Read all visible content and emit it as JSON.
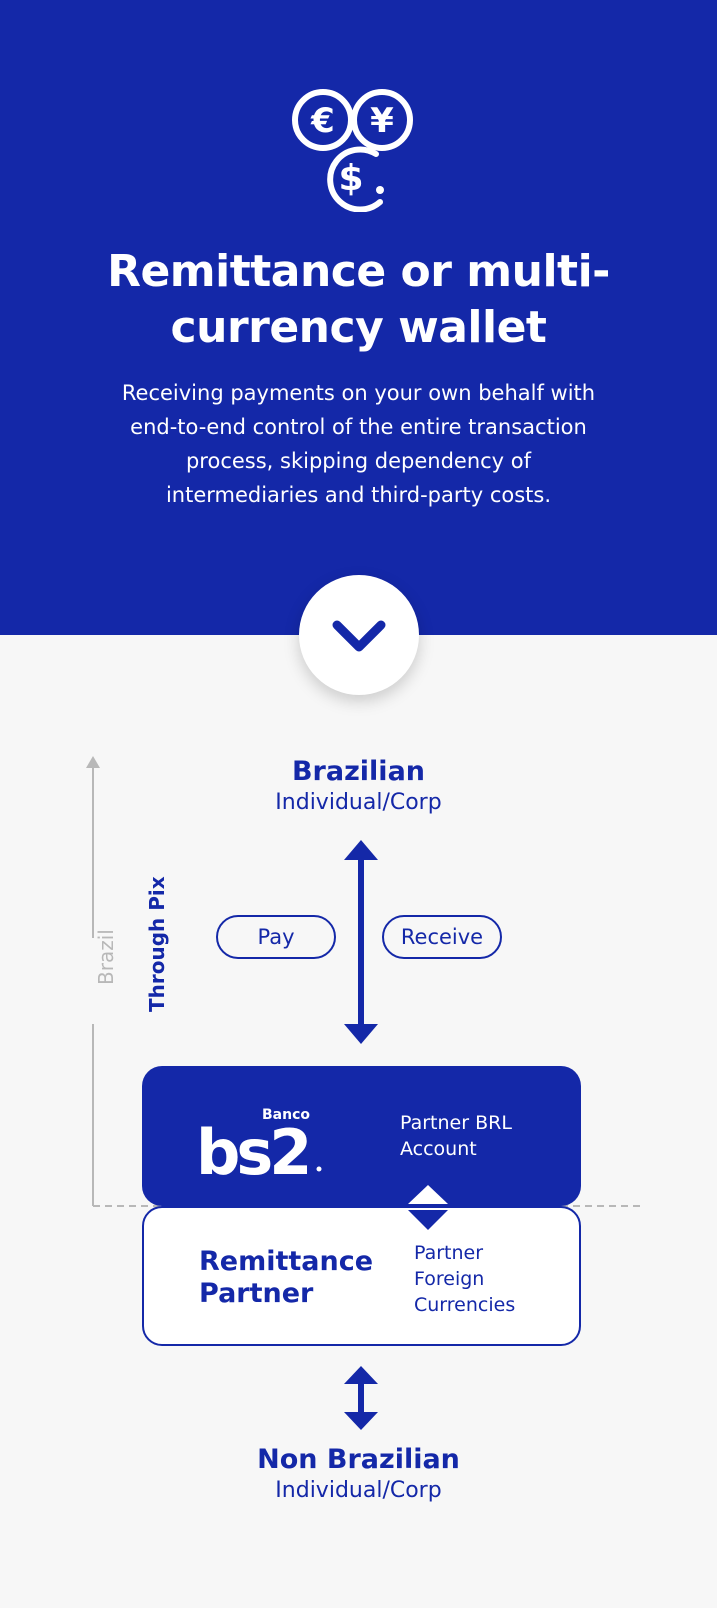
{
  "header": {
    "icon": "currency-exchange-icon",
    "title_line1": "Remittance or multi-",
    "title_line2": "currency wallet",
    "subtitle_line1": "Receiving payments on your own behalf with",
    "subtitle_line2": "end-to-end control of the entire transaction",
    "subtitle_line3": "process, skipping dependency of",
    "subtitle_line4": "intermediaries and third-party costs.",
    "scroll_icon": "chevron-down-icon"
  },
  "diagram": {
    "brazil_label": "Brazil",
    "pix_label": "Through Pix",
    "top_party": {
      "title": "Brazilian",
      "subtitle": "Individual/Corp"
    },
    "pay_label": "Pay",
    "receive_label": "Receive",
    "bs2": {
      "logo_small": "Banco",
      "logo_main": "bs2",
      "text_line1": "Partner BRL",
      "text_line2": "Account"
    },
    "remittance": {
      "title_line1": "Remittance",
      "title_line2": "Partner",
      "text_line1": "Partner",
      "text_line2": "Foreign",
      "text_line3": "Currencies"
    },
    "bottom_party": {
      "title": "Non Brazilian",
      "subtitle": "Individual/Corp"
    }
  },
  "colors": {
    "primary": "#1428a8",
    "background": "#f7f7f7",
    "muted": "#b8b8b8",
    "white": "#ffffff"
  }
}
